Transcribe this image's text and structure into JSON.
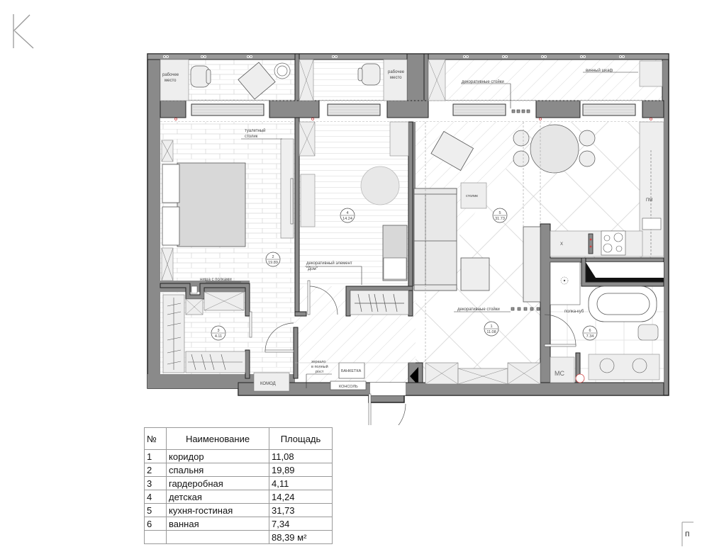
{
  "logo": {
    "letter": "K"
  },
  "corner_mark": "п",
  "plan": {
    "labels": {
      "workplace_left": [
        "рабочее",
        "место"
      ],
      "workplace_mid": [
        "рабочее",
        "место"
      ],
      "wine_cabinet": "винный шкаф",
      "decor_posts_top": "декоративные стойки",
      "decor_posts_bottom": "декоративные стойки",
      "vanity_table": [
        "туалетный",
        "столик"
      ],
      "niche_shelves": "ниша с полками",
      "decor_house": [
        "декоративный элемент",
        "\"Дом\""
      ],
      "coffee_table": "столик",
      "fridge": "Х",
      "dishwasher": "ПМ",
      "shelf_cube": "полка-куб",
      "washer": "МС",
      "dresser": "КОМОД",
      "bench": "БАНКЕТКА",
      "console": "КОНСОЛЬ",
      "mirror": [
        "зеркало",
        "в полный",
        "рост"
      ]
    },
    "rooms": [
      {
        "num": "1",
        "area": "11.08"
      },
      {
        "num": "2",
        "area": "19.89"
      },
      {
        "num": "3",
        "area": "4.11"
      },
      {
        "num": "4",
        "area": "14.24"
      },
      {
        "num": "5",
        "area": "31.73"
      },
      {
        "num": "6",
        "area": "7.34"
      }
    ]
  },
  "area_table": {
    "headers": {
      "num": "№",
      "name": "Наименование",
      "area": "Площадь"
    },
    "rows": [
      {
        "num": "1",
        "name": "коридор",
        "area": "11,08"
      },
      {
        "num": "2",
        "name": "спальня",
        "area": "19,89"
      },
      {
        "num": "3",
        "name": "гардеробная",
        "area": "4,11"
      },
      {
        "num": "4",
        "name": "детская",
        "area": "14,24"
      },
      {
        "num": "5",
        "name": "кухня-гостиная",
        "area": "31,73"
      },
      {
        "num": "6",
        "name": "ванная",
        "area": "7,34"
      }
    ],
    "total": "88,39 м²"
  },
  "colors": {
    "wall": "#8a8a8a",
    "wall_outline": "#222222",
    "furniture": "#e6e6e6",
    "line": "#999999",
    "red_dot": "#d04040"
  }
}
